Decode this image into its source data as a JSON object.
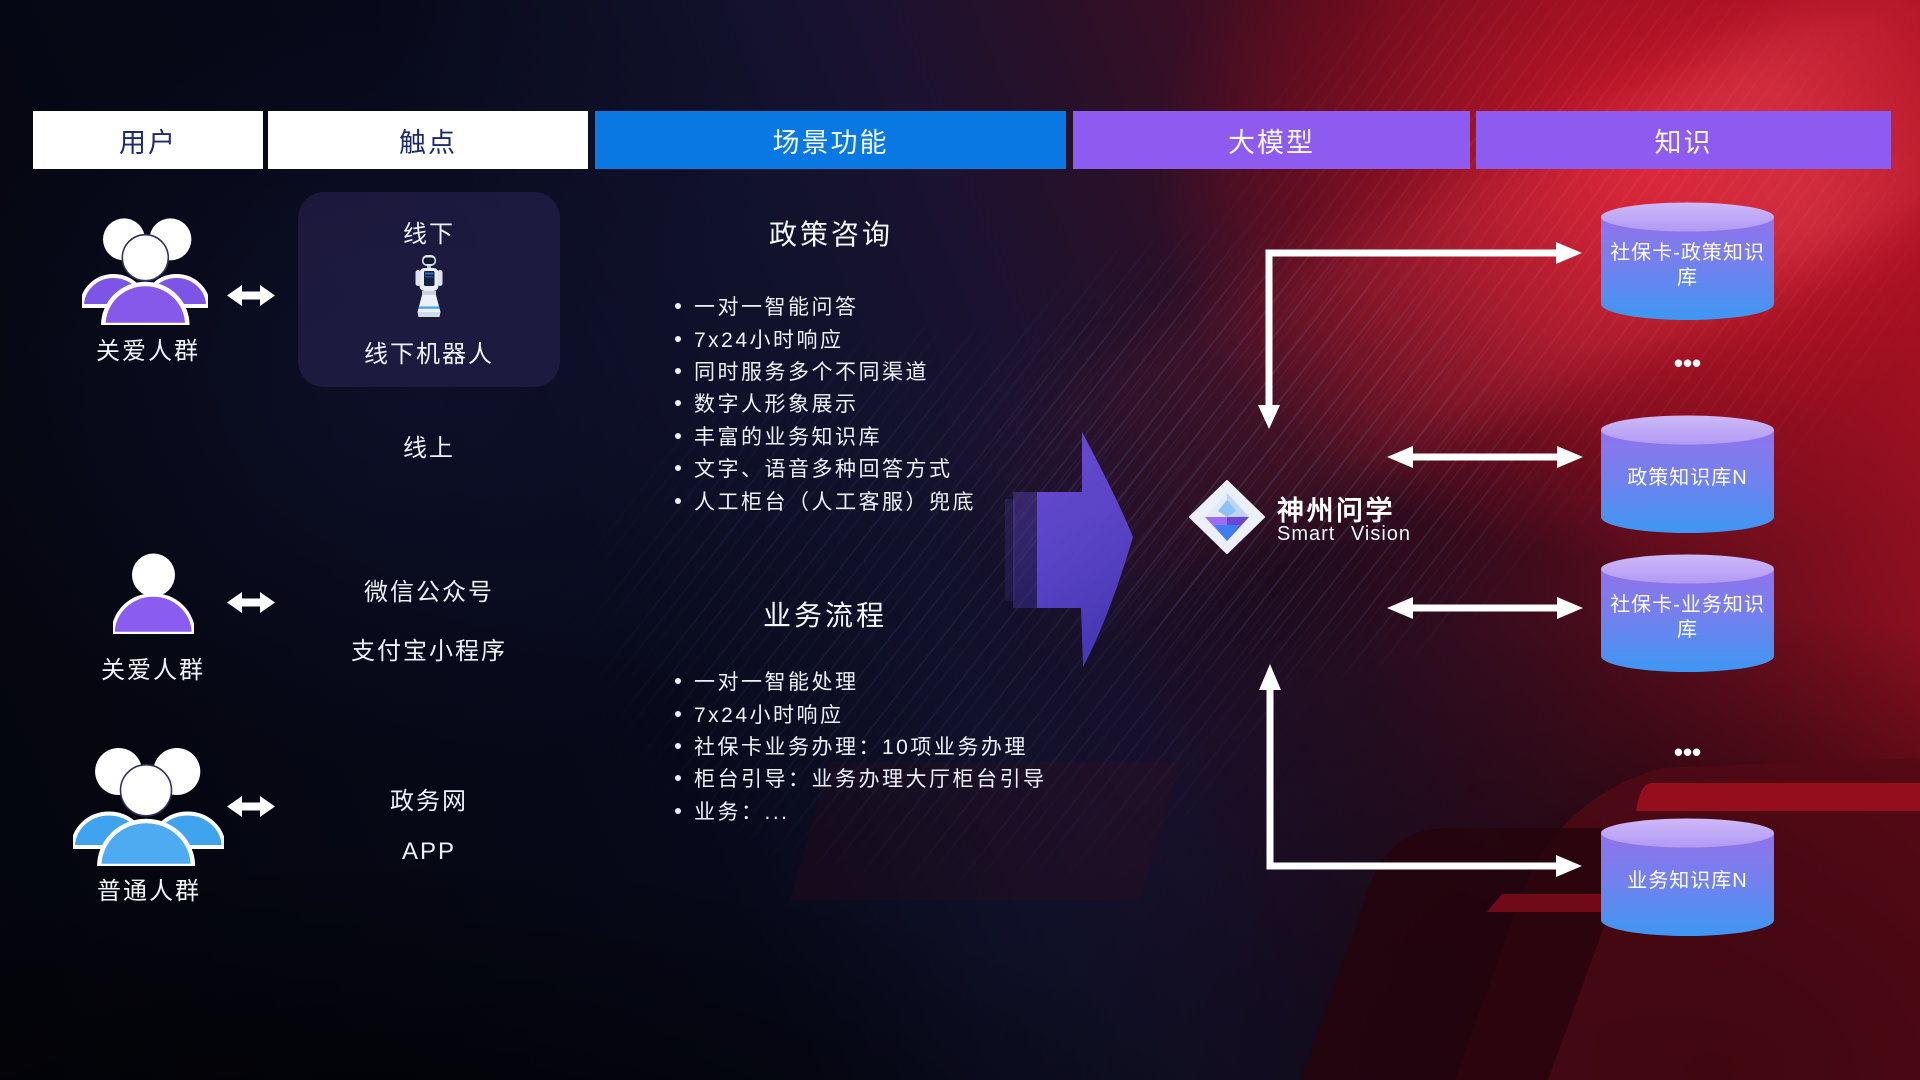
{
  "header": {
    "columns": [
      {
        "label": "用户",
        "variant": "white"
      },
      {
        "label": "触点",
        "variant": "white"
      },
      {
        "label": "场景功能",
        "variant": "blue"
      },
      {
        "label": "大模型",
        "variant": "purple"
      },
      {
        "label": "知识",
        "variant": "purple"
      }
    ]
  },
  "users": [
    {
      "label": "关爱人群",
      "icon": "user-group",
      "color": "#7e57e8"
    },
    {
      "label": "关爱人群",
      "icon": "user-single",
      "color": "#8a5cf0"
    },
    {
      "label": "普通人群",
      "icon": "user-group",
      "color": "#4ba4ec"
    }
  ],
  "touchpoints": {
    "offline_zone_label": "线下",
    "offline_device_label": "线下机器人",
    "online_zone_label": "线上",
    "channels": [
      "微信公众号",
      "支付宝小程序",
      "政务网",
      "APP"
    ]
  },
  "scene": {
    "sections": [
      {
        "title": "政策咨询",
        "bullets": [
          "一对一智能问答",
          "7x24小时响应",
          "同时服务多个不同渠道",
          "数字人形象展示",
          "丰富的业务知识库",
          "文字、语音多种回答方式",
          "人工柜台（人工客服）兜底"
        ]
      },
      {
        "title": "业务流程",
        "bullets": [
          "一对一智能处理",
          "7x24小时响应",
          "社保卡业务办理：10项业务办理",
          "柜台引导：业务办理大厅柜台引导",
          "业务：..."
        ]
      }
    ]
  },
  "logo": {
    "title": "神州问学",
    "subtitle": "Smart Vision"
  },
  "knowledge": {
    "cylinders": [
      {
        "line1": "社保卡-政策知识",
        "line2": "库"
      },
      {
        "line1": "政策知识库N"
      },
      {
        "line1": "社保卡-业务知识",
        "line2": "库"
      },
      {
        "line1": "业务知识库N"
      }
    ],
    "ellipsis": "•••"
  },
  "colors": {
    "pill_blue": "#0a78e3",
    "pill_purple": "#8d5bef",
    "pill_text_dark": "#1d2b6e",
    "cylinder_top": "#c3abf6",
    "cylinder_bottom": "#3e97f2",
    "user_purple": "#7e57e8",
    "user_blue": "#4ba4ec",
    "background_red": "#a51322"
  }
}
